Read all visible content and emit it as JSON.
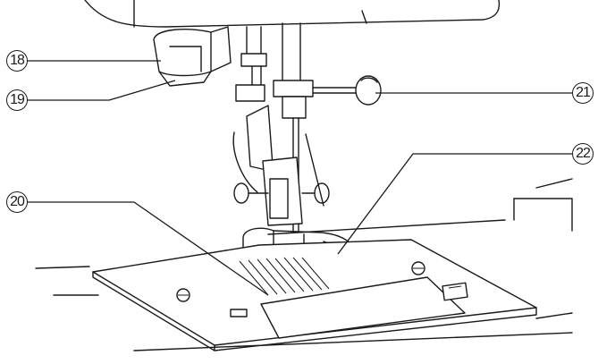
{
  "callouts": [
    {
      "id": "18",
      "label": "18"
    },
    {
      "id": "19",
      "label": "19"
    },
    {
      "id": "20",
      "label": "20"
    },
    {
      "id": "21",
      "label": "21"
    },
    {
      "id": "22",
      "label": "22"
    }
  ]
}
